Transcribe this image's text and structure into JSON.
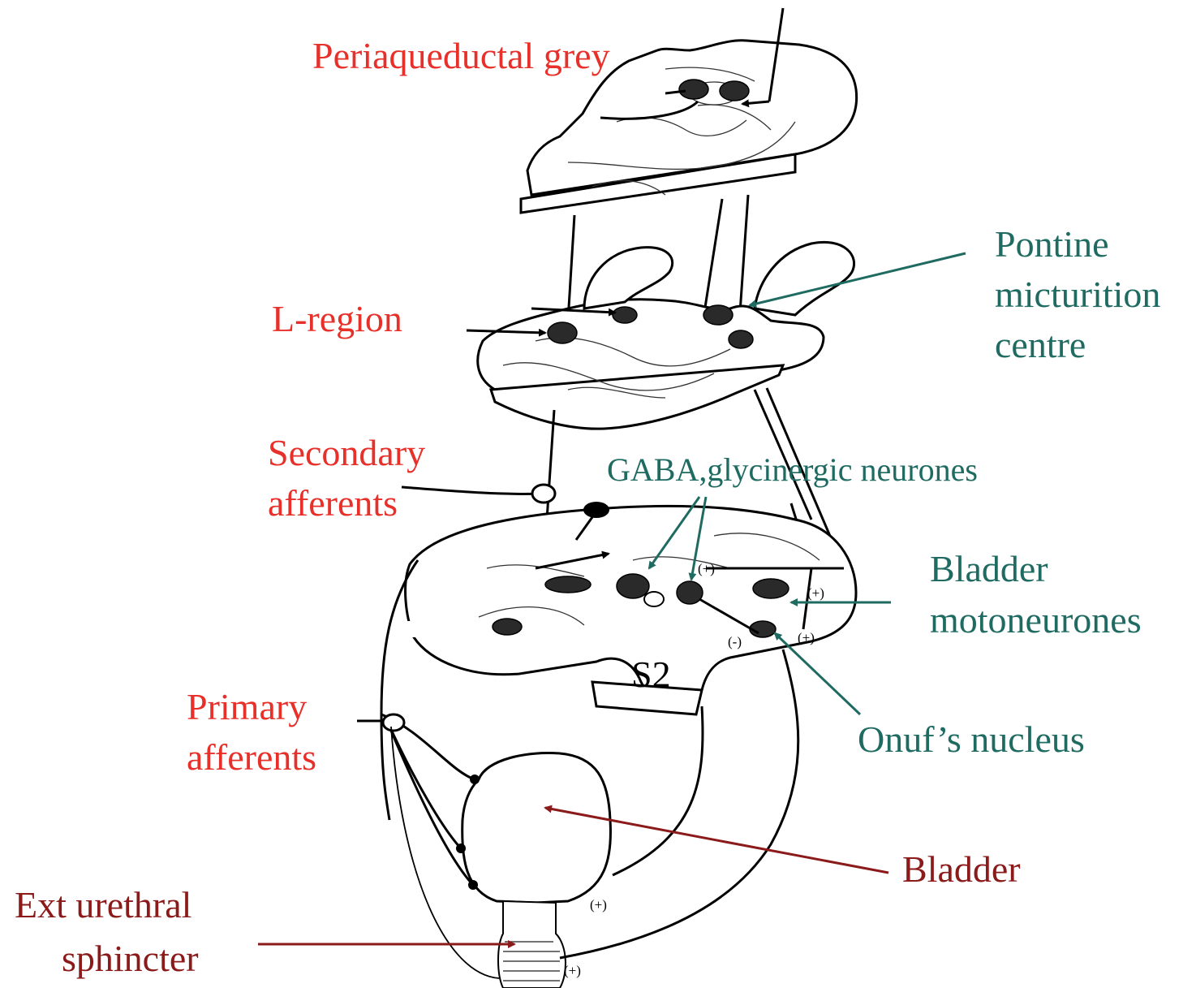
{
  "labels": {
    "periaqueductal_grey": "Periaqueductal grey",
    "pontine_1": "Pontine",
    "pontine_2": "micturition",
    "pontine_3": "centre",
    "l_region": "L-region",
    "secondary_1": "Secondary",
    "secondary_2": "afferents",
    "gaba": "GABA,glycinergic neurones",
    "bladder_moto_1": "Bladder",
    "bladder_moto_2": "motoneurones",
    "s2": "S2",
    "primary_1": "Primary",
    "primary_2": "afferents",
    "onuf": "Onuf’s nucleus",
    "bladder": "Bladder",
    "ext_1": "Ext urethral",
    "ext_2": "sphincter"
  },
  "signs": {
    "plus": "(+)",
    "minus": "(-)"
  },
  "colors": {
    "red_label": "#e8302a",
    "teal_label": "#1f6b62",
    "maroon_label": "#8b1a1a"
  }
}
